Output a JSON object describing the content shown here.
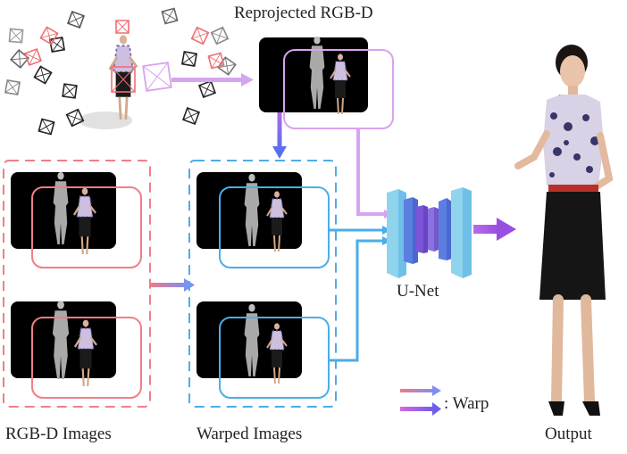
{
  "labels": {
    "reprojected": "Reprojected RGB-D",
    "unet": "U-Net",
    "rgbd_images": "RGB-D Images",
    "warped_images": "Warped Images",
    "output": "Output"
  },
  "legend": {
    "warp_label": ": Warp"
  },
  "colors": {
    "red": "#ef7f86",
    "blue": "#4aaee8",
    "violet": "#d9a3f0",
    "purple_arrow": "#8a56e8",
    "unet_light": "#8fd3ec",
    "unet_mid": "#5b7fe0",
    "unet_dark": "#7a55d8",
    "panel_black": "#000000"
  }
}
